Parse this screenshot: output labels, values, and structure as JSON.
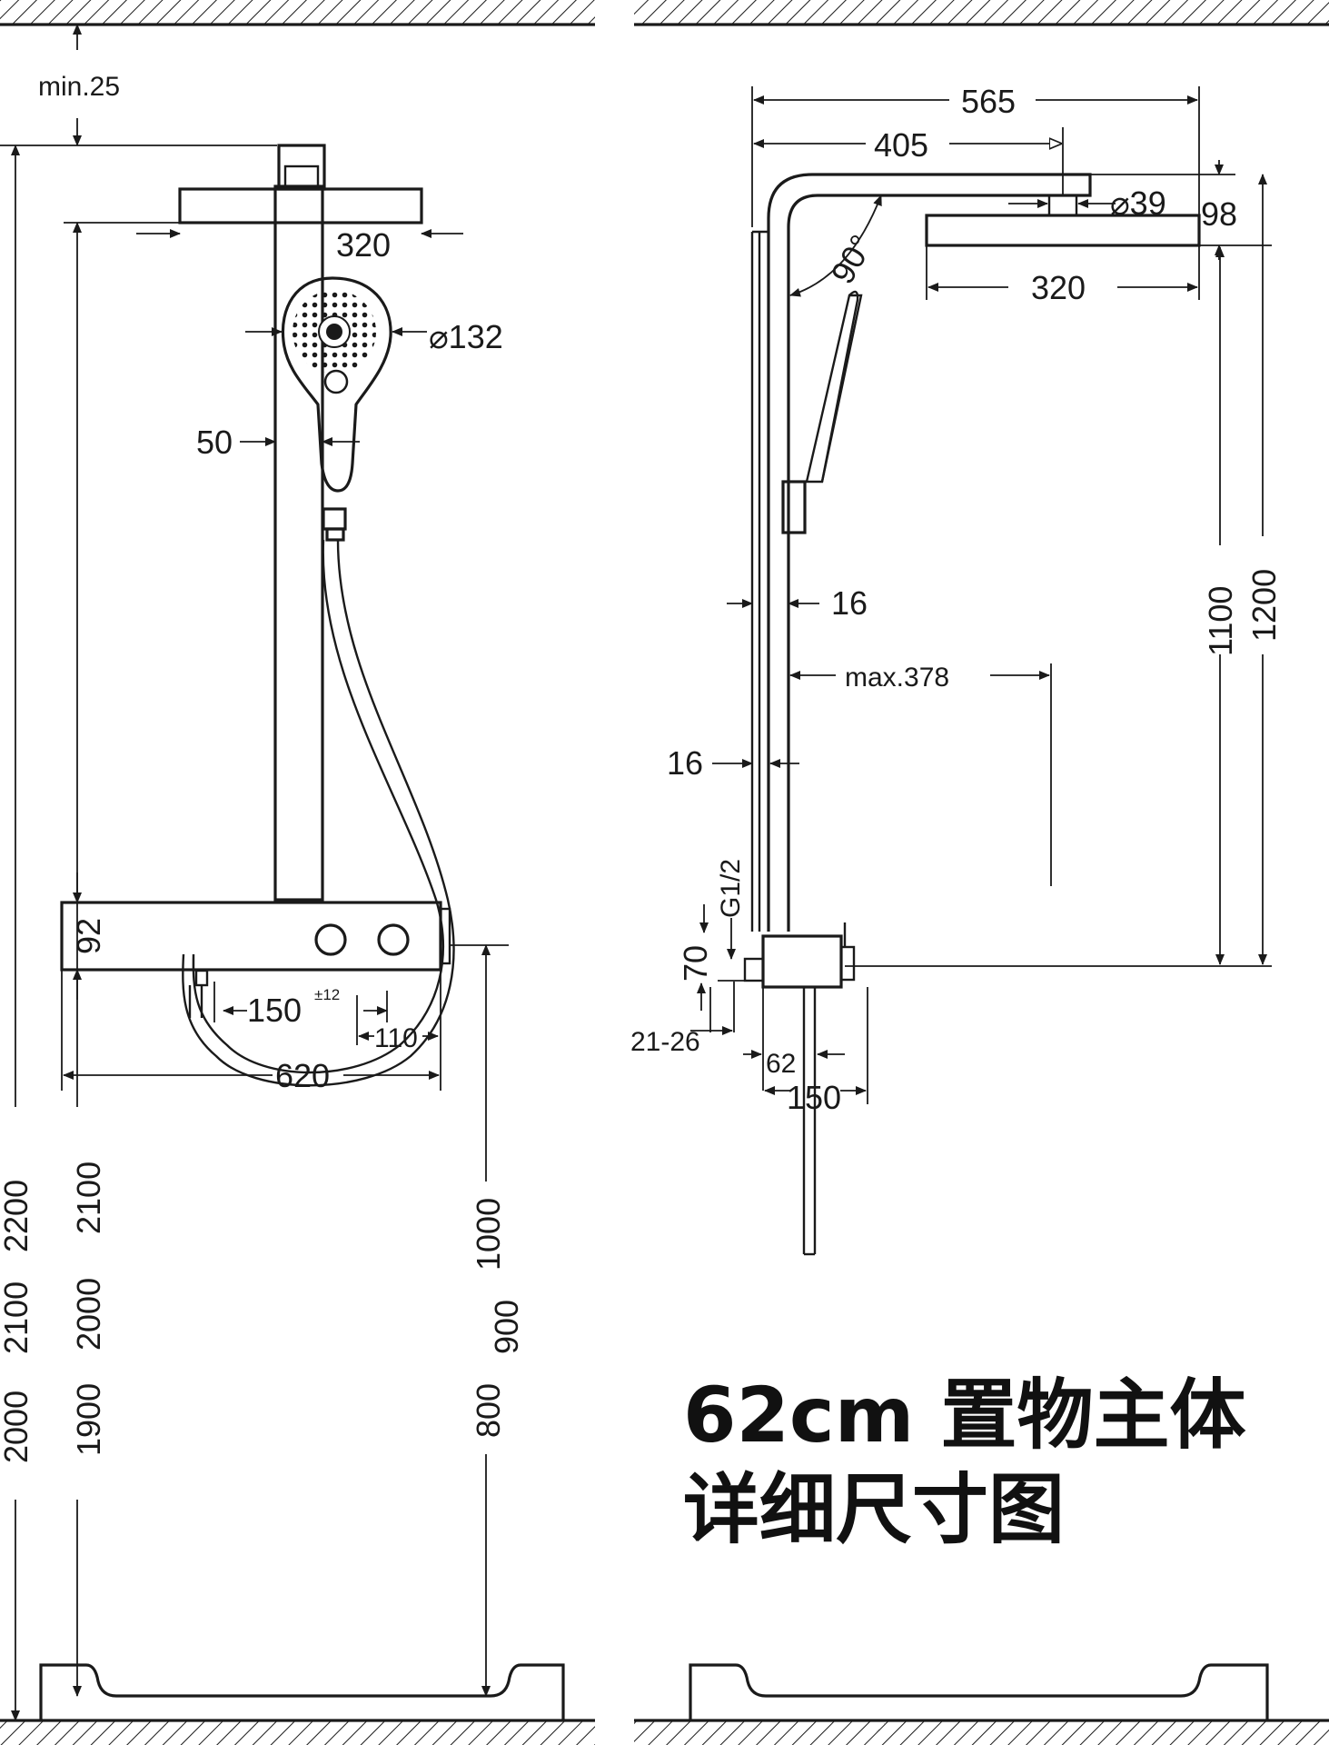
{
  "title": {
    "line1": "62cm 置物主体",
    "line2": "详细尺寸图"
  },
  "front_view": {
    "labels": {
      "min25": "min.25",
      "head_width": "320",
      "handshower_diameter": "⌀132",
      "rail_width": "50",
      "shelf_height": "92",
      "valve_spacing": "150",
      "valve_spacing_tolerance": "±12",
      "valve_offset": "110",
      "shelf_width": "620"
    },
    "heights_total": [
      "2200",
      "2100",
      "2000"
    ],
    "heights_head": [
      "2100",
      "2000",
      "1900"
    ],
    "heights_shelf": [
      "1000",
      "900",
      "800"
    ]
  },
  "side_view": {
    "labels": {
      "arm_total": "565",
      "arm_to_connector": "405",
      "connector_diameter": "⌀39",
      "head_offset": "98",
      "head_width": "320",
      "angle": "90°",
      "rail_depth_top": "16",
      "rail_depth_bottom": "16",
      "max_reach": "max.378",
      "thread": "G1/2",
      "mount_height": "70",
      "wall_gap": "21-26",
      "body_depth": "62",
      "body_total": "150",
      "height_1100": "1100",
      "height_1200": "1200"
    }
  },
  "colors": {
    "line": "#1a1a1a",
    "background": "#ffffff"
  }
}
